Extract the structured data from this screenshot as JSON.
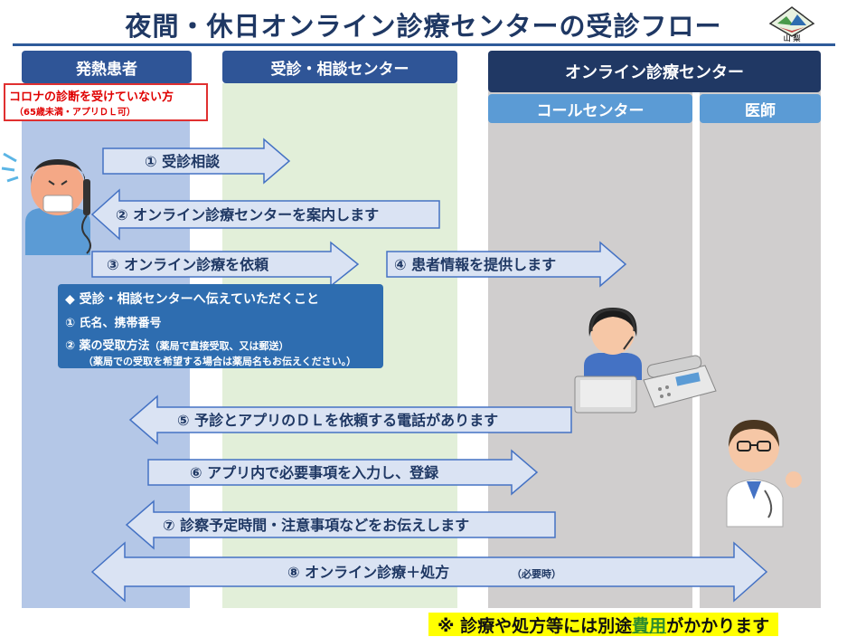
{
  "title": "夜間・休日オンライン診療センターの受診フロー",
  "logo": {
    "text": "山 梨",
    "icon": "yamanashi-logo-icon"
  },
  "lanes": {
    "patient": "発熱患者",
    "consult": "受診・相談センター",
    "online": "オンライン診療センター",
    "call": "コールセンター",
    "doctor": "医師"
  },
  "patient_note": {
    "main": "コロナの診断を受けていない方",
    "sub": "（65歳未満・アプリＤＬ可）"
  },
  "steps": [
    {
      "label": "①  受診相談"
    },
    {
      "label": "②  オンライン診療センターを案内します"
    },
    {
      "label": "③  オンライン診療を依頼"
    },
    {
      "label": "④  患者情報を提供します"
    },
    {
      "label": "⑤  予診とアプリのＤＬを依頼する電話があります"
    },
    {
      "label": "⑥  アプリ内で必要事項を入力し、登録"
    },
    {
      "label": "⑦  診察予定時間・注意事項などをお伝えします"
    },
    {
      "label": "⑧  オンライン診療＋処方",
      "note": "（必要時）"
    }
  ],
  "info_box": {
    "title": "◆  受診・相談センターへ伝えていただくこと",
    "item1": "①  氏名、携帯番号",
    "item2_main": "②  薬の受取方法",
    "item2_small": "（薬局で直接受取、又は郵送）",
    "item2_sub": "（薬局での受取を希望する場合は薬局名もお伝えください。）"
  },
  "footer": {
    "before": "※ 診療や処方等には別途",
    "highlight": "費用",
    "after": "がかかります"
  },
  "colors": {
    "title": "#1f3864",
    "header": "#2f5597",
    "header_dark": "#203864",
    "header_light": "#5b9bd5",
    "arrow_fill": "#dae3f3",
    "arrow_stroke": "#4472c4",
    "info_box": "#2e6db0",
    "note": "#e00000",
    "footer_bg": "#ffff00",
    "footer_highlight": "#2e8b2e"
  },
  "illustrations": [
    "sick-patient-phone-icon",
    "operator-headset-icon",
    "desk-phone-icon",
    "doctor-icon"
  ]
}
